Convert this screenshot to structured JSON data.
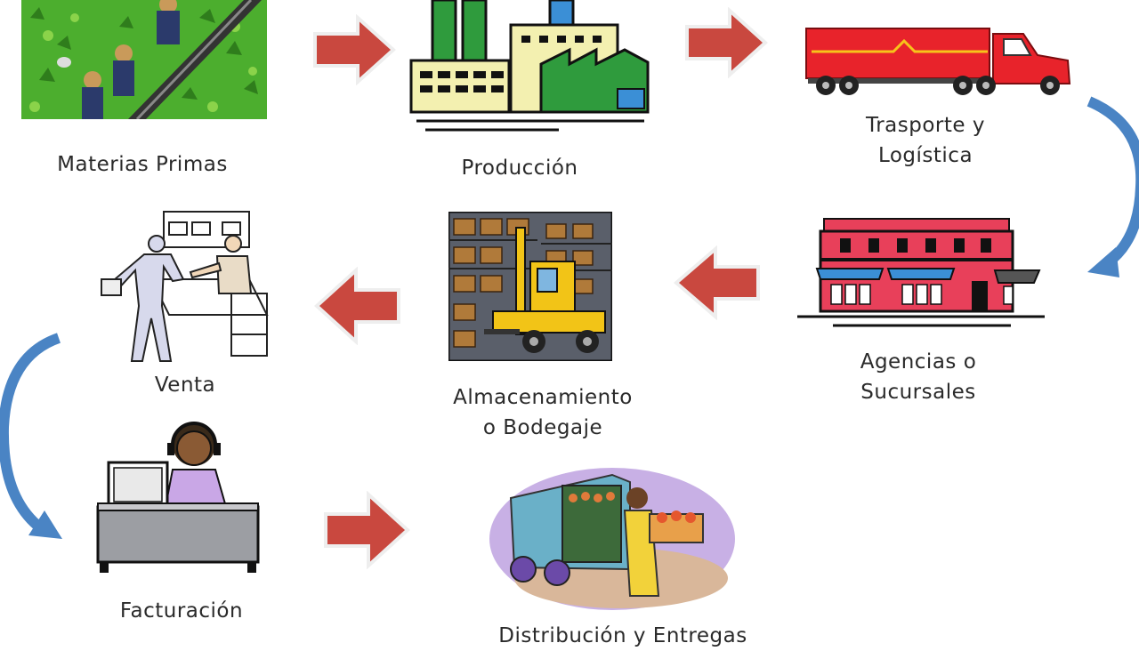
{
  "diagram": {
    "nodes": [
      {
        "id": "materias",
        "label": "Materias Primas"
      },
      {
        "id": "produccion",
        "label": "Producción"
      },
      {
        "id": "transporte",
        "label_lines": [
          "Trasporte y",
          "Logística"
        ]
      },
      {
        "id": "agencias",
        "label_lines": [
          "Agencias o",
          "Sucursales"
        ]
      },
      {
        "id": "almacenamiento",
        "label_lines": [
          "Almacenamiento",
          "o Bodegaje"
        ]
      },
      {
        "id": "venta",
        "label": "Venta"
      },
      {
        "id": "facturacion",
        "label": "Facturación"
      },
      {
        "id": "distribucion",
        "label": "Distribución y Entregas"
      }
    ],
    "colors": {
      "arrow_red": "#c9483f",
      "arrow_blue": "#4a84c4",
      "truck_red": "#e8232b",
      "building_pink": "#e8405a",
      "factory_green": "#2f9b3d",
      "factory_cream": "#f3f0b0"
    }
  }
}
